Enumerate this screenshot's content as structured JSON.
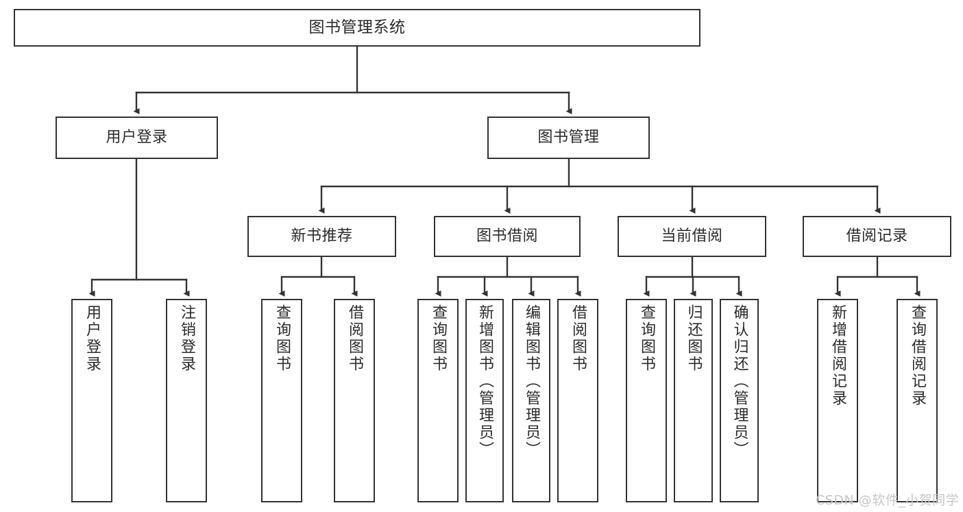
{
  "diagram": {
    "title": "图书管理系统",
    "type": "tree-hierarchy-chart",
    "orientation": "top-down",
    "box_border_color": "#333333",
    "box_fill_color": "#ffffff",
    "text_color": "#2b2b2b",
    "background_color": "#ffffff"
  },
  "root": {
    "label": "图书管理系统"
  },
  "level2": [
    {
      "label": "用户登录"
    },
    {
      "label": "图书管理"
    }
  ],
  "level3": [
    {
      "label": "新书推荐"
    },
    {
      "label": "图书借阅"
    },
    {
      "label": "当前借阅"
    },
    {
      "label": "借阅记录"
    }
  ],
  "leaves": {
    "user_login": [
      {
        "label": "用户登录"
      },
      {
        "label": "注销登录"
      }
    ],
    "new_book_recommend": [
      {
        "label": "查询图书"
      },
      {
        "label": "借阅图书"
      }
    ],
    "book_borrow": [
      {
        "label": "查询图书"
      },
      {
        "label": "新增图书（管理员）"
      },
      {
        "label": "编辑图书（管理员）"
      },
      {
        "label": "借阅图书"
      }
    ],
    "current_borrow": [
      {
        "label": "查询图书"
      },
      {
        "label": "归还图书"
      },
      {
        "label": "确认归还（管理员）"
      }
    ],
    "borrow_record": [
      {
        "label": "新增借阅记录"
      },
      {
        "label": "查询借阅记录"
      }
    ]
  },
  "watermark": {
    "text": "CSDN @软件_小贺同学"
  }
}
